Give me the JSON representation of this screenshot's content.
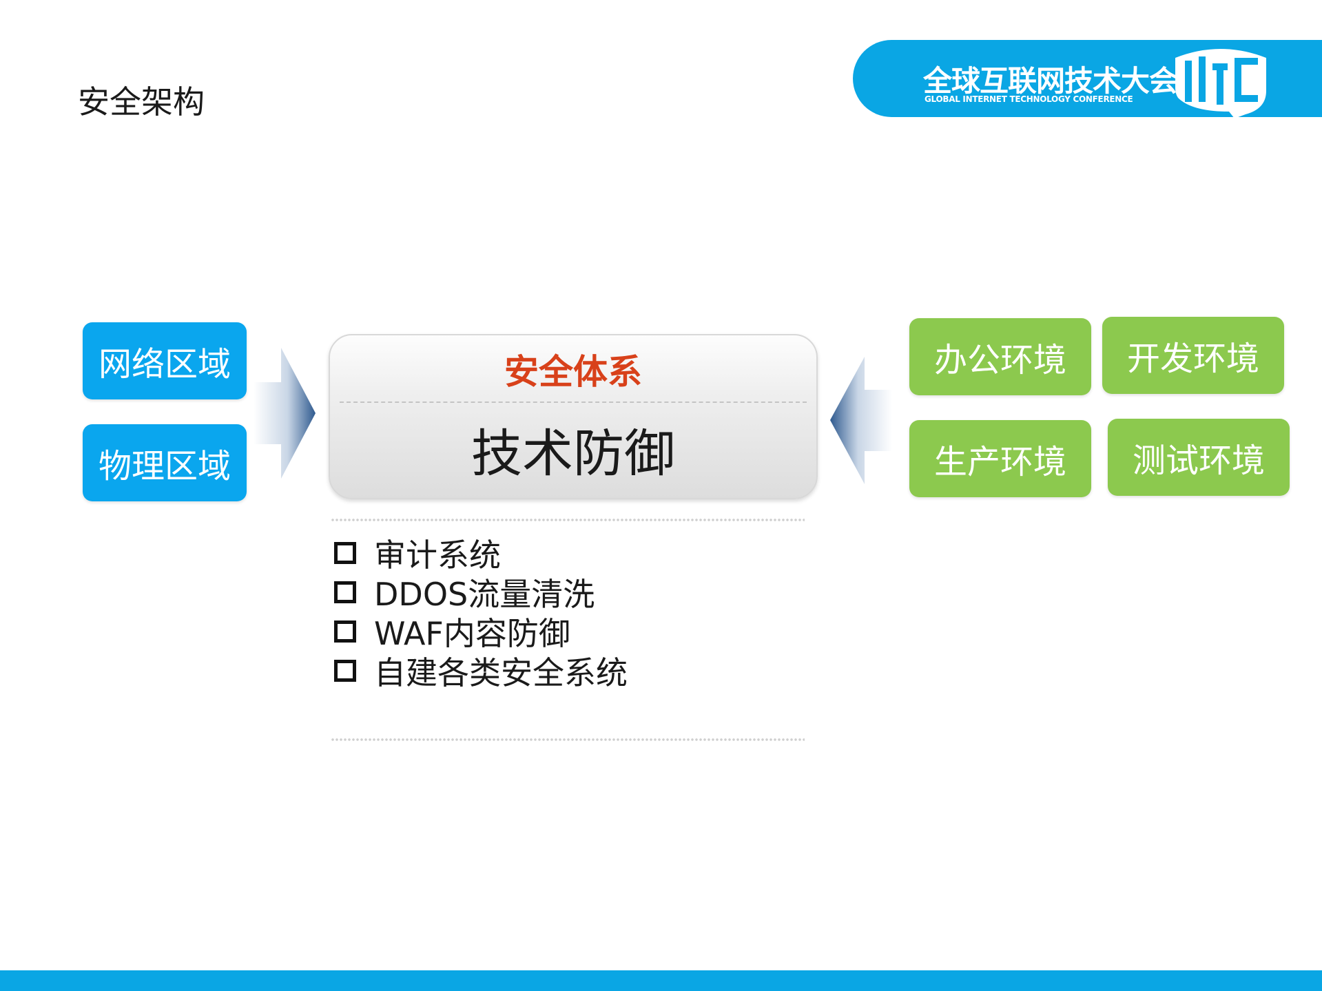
{
  "slide": {
    "title": "安全架构"
  },
  "badge": {
    "name_cn": "全球互联网技术大会",
    "name_en": "GLOBAL INTERNET TECHNOLOGY CONFERENCE",
    "logo_text": "GITC",
    "color": "#0aa6e4"
  },
  "left_zones": [
    {
      "label": "网络区域"
    },
    {
      "label": "物理区域"
    }
  ],
  "right_envs": [
    {
      "label": "办公环境"
    },
    {
      "label": "开发环境"
    },
    {
      "label": "生产环境"
    },
    {
      "label": "测试环境"
    }
  ],
  "central": {
    "header": "安全体系",
    "body": "技术防御",
    "header_color": "#d8411a"
  },
  "items": [
    "审计系统",
    "DDOS流量清洗",
    "WAF内容防御",
    "自建各类安全系统"
  ],
  "colors": {
    "blue_box": "#0aa6ee",
    "green_box": "#8cc94e",
    "footer": "#0aa6e4"
  }
}
